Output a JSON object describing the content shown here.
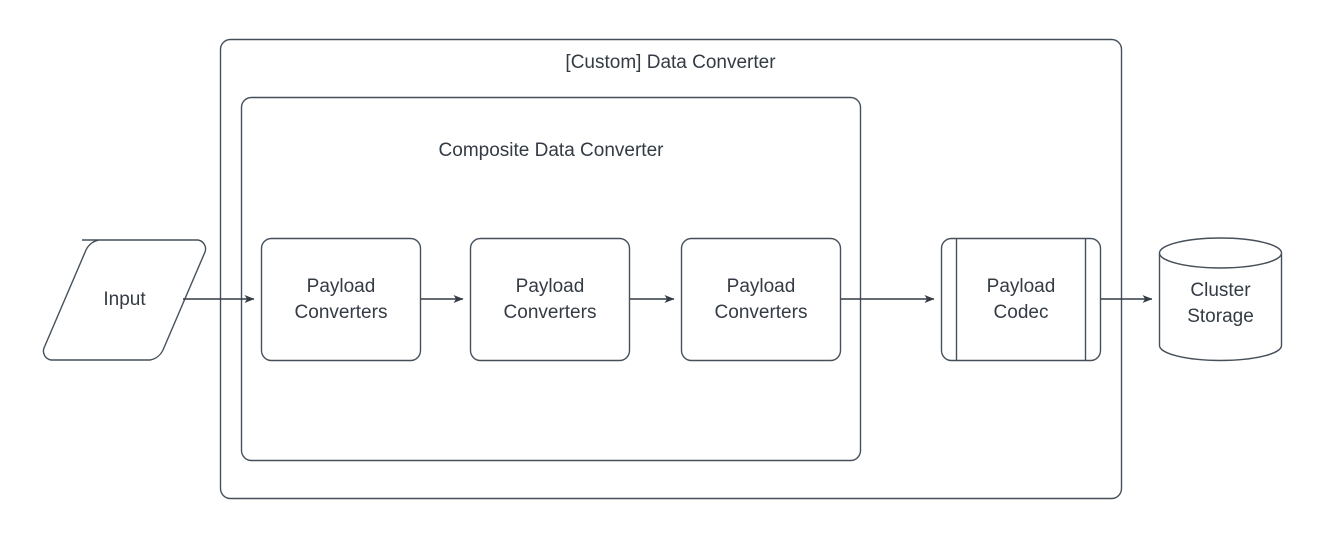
{
  "diagram": {
    "type": "flowchart",
    "title": "[Custom] Data Converter",
    "background_color": "#ffffff",
    "stroke_color": "#46505a",
    "text_color": "#343b45",
    "fill_color": "#ffffff",
    "containers": [
      {
        "id": "custom-data-converter",
        "label": "[Custom] Data Converter",
        "shape": "rounded-rectangle"
      },
      {
        "id": "composite-data-converter",
        "label": "Composite Data Converter",
        "shape": "rounded-rectangle"
      }
    ],
    "nodes": [
      {
        "id": "input",
        "label": "Input",
        "shape": "parallelogram"
      },
      {
        "id": "payload-converters-1",
        "label": "Payload\nConverters",
        "shape": "rounded-rectangle"
      },
      {
        "id": "payload-converters-2",
        "label": "Payload\nConverters",
        "shape": "rounded-rectangle"
      },
      {
        "id": "payload-converters-3",
        "label": "Payload\nConverters",
        "shape": "rounded-rectangle"
      },
      {
        "id": "payload-codec",
        "label": "Payload\nCodec",
        "shape": "process"
      },
      {
        "id": "cluster-storage",
        "label": "Cluster\nStorage",
        "shape": "cylinder"
      }
    ],
    "edges": [
      {
        "from": "input",
        "to": "payload-converters-1",
        "arrow": "open-triangle"
      },
      {
        "from": "payload-converters-1",
        "to": "payload-converters-2",
        "arrow": "open-triangle"
      },
      {
        "from": "payload-converters-2",
        "to": "payload-converters-3",
        "arrow": "open-triangle"
      },
      {
        "from": "payload-converters-3",
        "to": "payload-codec",
        "arrow": "open-triangle"
      },
      {
        "from": "payload-codec",
        "to": "cluster-storage",
        "arrow": "open-triangle"
      }
    ]
  }
}
